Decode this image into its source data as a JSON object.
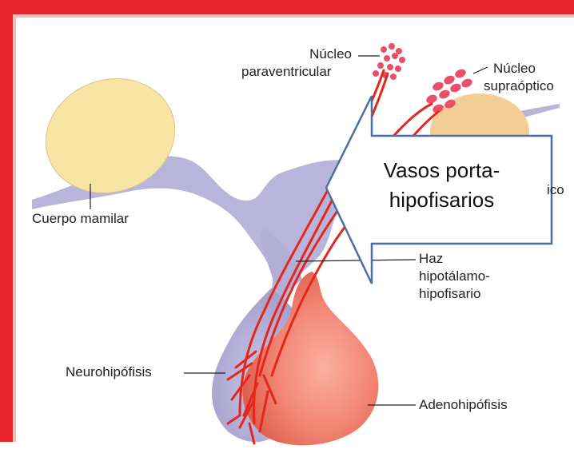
{
  "labels": {
    "nucleo_paraventricular": [
      "Núcleo",
      "paraventricular"
    ],
    "nucleo_supraoptico": [
      "Núcleo",
      "supraóptico"
    ],
    "cuerpo_mamilar": "Cuerpo mamilar",
    "haz": [
      "Haz",
      "hipotálamo-",
      "hipofisario"
    ],
    "neurohipofisis": "Neurohipófisis",
    "adenohipofisis": "Adenohipófisis",
    "quiasma_fragment": "ico"
  },
  "callout": {
    "line1": "Vasos porta-",
    "line2": "hipofisarios"
  },
  "colors": {
    "frame": "#e8232a",
    "hypothalamus": "#b7b3d8",
    "mamillary_body": "#f7e3a0",
    "optic_chiasm": "#f2cf95",
    "adenohypophysis": "#f07f6e",
    "nerve_fibers": "#e4261c",
    "nuclei": "#e9566e",
    "callout_border": "#4a6fa5"
  }
}
